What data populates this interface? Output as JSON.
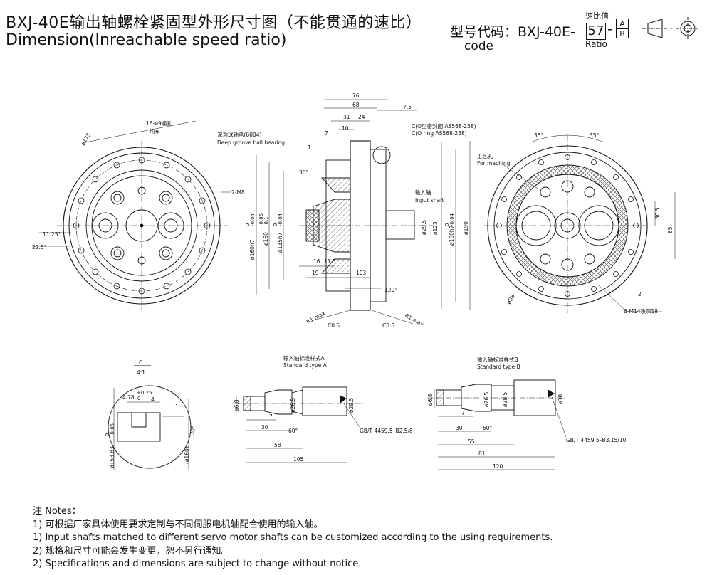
{
  "header": {
    "title_cn": "BXJ-40E输出轴螺栓紧固型外形尺寸图（不能贯通的速比）",
    "title_en": "Dimension(Inreachable speed ratio)",
    "model_code_label": "型号代码：BXJ-40E-",
    "code_en": "code",
    "ratio_cn": "速比值",
    "ratio_en": "Ratio",
    "ratio_value": "57",
    "dash": "-",
    "ab_top": "A",
    "ab_bottom": "B"
  },
  "front_view": {
    "holes_label_cn": "16-ø9通孔",
    "holes_label_cn2": "均布",
    "dia175": "ø175",
    "m8": "2-M8",
    "ang1125": "11.25°",
    "ang225": "22.5°"
  },
  "side_view": {
    "bearing_cn": "深沟球轴承(6004)",
    "bearing_en": "Deep groove ball bearing",
    "oring_cn": "C(O型密封圈 AS568-258)",
    "oring_en": "C(O ring AS568-258)",
    "input_cn": "输入轴",
    "input_en": "Input shaft",
    "d76": "76",
    "d68": "68",
    "d31": "31",
    "d24": "24",
    "d75": "7.5",
    "d10": "10",
    "d7": "7",
    "d1": "1",
    "a30": "30°",
    "dia160h7": "ø160h7",
    "dia160": "ø160",
    "dia135h7": "ø135h7",
    "dia295": "ø29.5",
    "dia123": "ø123",
    "dia160h7b": "ø160h7",
    "dia190": "ø190",
    "tol0": "0",
    "tol004": "-0.04",
    "tol006": "-0.06",
    "tol01": "-0.1",
    "d16": "16",
    "d115": "11.5",
    "d19": "19",
    "d103": "103",
    "a120": "120°",
    "r1max": "R1 max",
    "r1max2": "R1 max",
    "c05": "C0.5",
    "c05b": "C0.5"
  },
  "back_view": {
    "a35a": "35°",
    "a35b": "35°",
    "tech_hole_cn": "工艺孔",
    "tech_hole_en": "For maching",
    "d305": "30.5",
    "d85": "85",
    "d2": "2",
    "dia98": "ø98",
    "m14": "6-M14攻深18"
  },
  "detail_c": {
    "title": "C",
    "scale": "4:1",
    "d478": "4.78",
    "tol025": "+0.25",
    "tol0": "0",
    "d4": "4",
    "d1": "1",
    "a30": "30°",
    "dia15383": "ø153.83",
    "tol0b": "0",
    "tol005": "-0.05",
    "dia160": "(ø160)"
  },
  "shaft_a": {
    "title_cn": "输入轴标准样式A",
    "title_en": "Standard type A",
    "dia68": "ø6.8",
    "dia265": "ø26.5",
    "dia295": "ø29.5",
    "d7": "7",
    "d30": "30",
    "a60": "60°",
    "d58": "58",
    "d105": "105",
    "std": "GB/T 4459.5–B2.5/8"
  },
  "shaft_b": {
    "title_cn": "输入轴标准样式B",
    "title_en": "Standard type B",
    "dia68": "ø6.8",
    "dia265": "ø26.5",
    "dia295": "ø29.5",
    "dia38": "ø38",
    "d7": "7",
    "d30": "30",
    "a60": "60°",
    "d55": "55",
    "d81": "81",
    "d120": "120",
    "std": "GB/T 4459.5–B3.15/10"
  },
  "notes": {
    "heading": "注 Notes：",
    "n1_cn": "1) 可根据厂家具体使用要求定制与不同伺服电机轴配合使用的输入轴。",
    "n1_en": "1) Input shafts matched to different servo motor shafts can be customized according to the using requirements.",
    "n2_cn": "2) 规格和尺寸可能会发生变更，恕不另行通知。",
    "n2_en": "2) Specifications and dimensions are subject to change without notice."
  }
}
